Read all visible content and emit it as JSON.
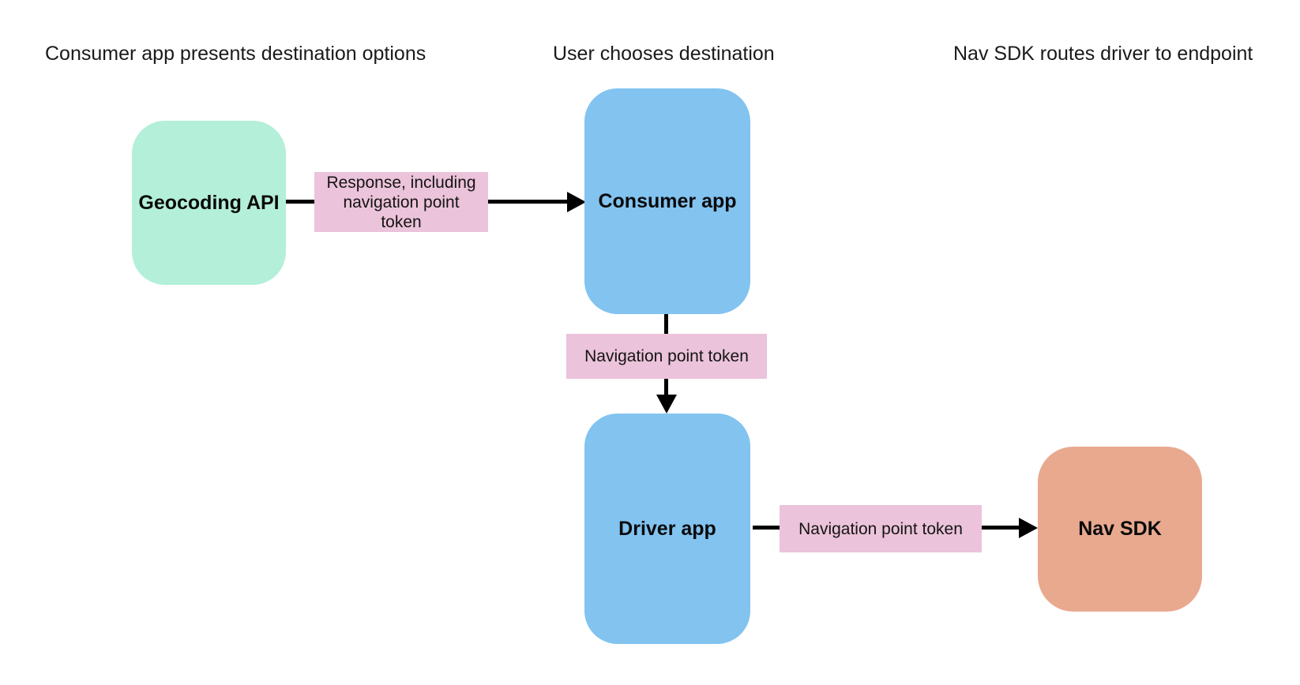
{
  "diagram": {
    "stage_headings": [
      "Consumer app presents destination options",
      "User chooses destination",
      "Nav SDK routes driver to endpoint"
    ],
    "nodes": {
      "geocoding_api": {
        "label": "Geocoding API",
        "color": "#b3efd9"
      },
      "consumer_app": {
        "label": "Consumer app",
        "color": "#82c3f0"
      },
      "driver_app": {
        "label": "Driver app",
        "color": "#82c3f0"
      },
      "nav_sdk": {
        "label": "Nav SDK",
        "color": "#e8a98f"
      }
    },
    "edges": [
      {
        "from": "Geocoding API",
        "to": "Consumer app",
        "label": "Response, including navigation point token"
      },
      {
        "from": "Consumer app",
        "to": "Driver app",
        "label": "Navigation point token"
      },
      {
        "from": "Driver app",
        "to": "Nav SDK",
        "label": "Navigation point token"
      }
    ],
    "colors": {
      "edge_label_background": "#ebc3da",
      "arrow": "#000000",
      "heading_text": "#1a1a1a",
      "node_text": "#0a0a0a",
      "background": "#ffffff"
    }
  }
}
